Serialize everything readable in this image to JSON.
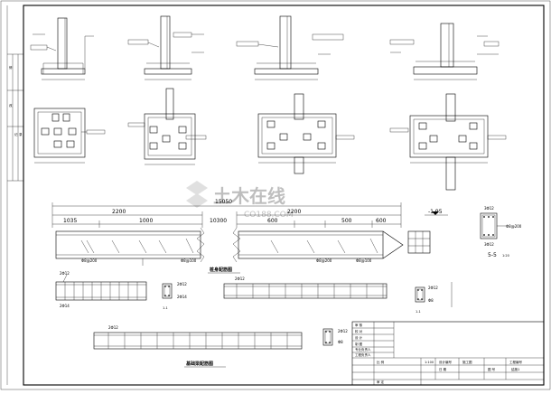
{
  "beam_dims": {
    "total": "15050",
    "top_left": "2200",
    "top_right": "10300",
    "upper_a": "1035",
    "upper_b": "1000",
    "right_a": "600",
    "right_b": "2200",
    "right_c": "500",
    "right_d": "600"
  },
  "level_mark": "-1.95",
  "section_bar_top": "3Φ12",
  "section_bar_bottom": "3Φ12",
  "section_stirrup": "Φ8@200",
  "section_title": "5-5",
  "section_scale": "1:20",
  "pile_title": "桩身配筋图",
  "ground_beam_title": "基础梁配筋图",
  "bar_labels": {
    "a": "Φ8@200",
    "b": "Φ8@100",
    "c": "2Φ12",
    "d": "2Φ14",
    "e": "Φ8",
    "f": "1-1"
  },
  "title_block": {
    "rows": [
      "审  核",
      "校  对",
      "设  计",
      "制  图",
      "专业负责人",
      "工程负责人"
    ],
    "scale_label": "比  例",
    "scale_value": "1:100",
    "drawing_no_label": "设计编号",
    "stage_label": "施工图",
    "project_label": "工程编号",
    "date_label": "日  期",
    "sheet_label": "图  号",
    "sheet_value": "结施1",
    "approval_label": "审  定"
  },
  "left_margin_labels": [
    "修",
    "改",
    "记",
    "录"
  ],
  "watermark": "土木在线",
  "watermark_sub": "CO188.COM"
}
